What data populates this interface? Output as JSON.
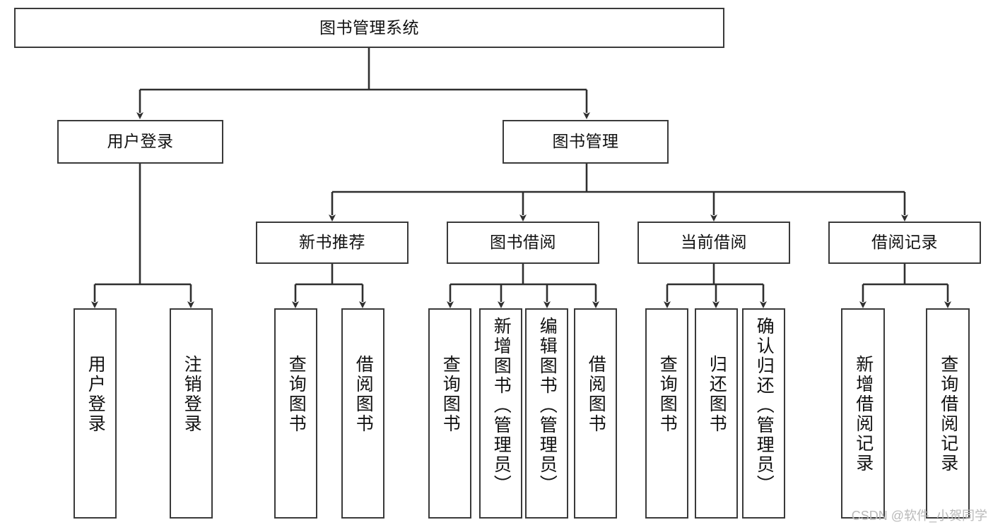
{
  "diagram": {
    "title": "图书管理系统",
    "type": "hierarchy-tree",
    "watermark": "CSDN @软件_小贺同学",
    "colors": {
      "box_stroke": "#3a3a3a",
      "box_fill": "#ffffff",
      "edge": "#2f2f2f",
      "text": "#111111",
      "watermark": "#b9b9b9"
    },
    "nodes": {
      "root": {
        "label": "图书管理系统",
        "level": 1
      },
      "level2": [
        {
          "id": "user-login",
          "label": "用户登录"
        },
        {
          "id": "book-manage",
          "label": "图书管理"
        }
      ],
      "level3": [
        {
          "id": "new-book-rec",
          "label": "新书推荐"
        },
        {
          "id": "book-borrow",
          "label": "图书借阅"
        },
        {
          "id": "current-borrow",
          "label": "当前借阅"
        },
        {
          "id": "borrow-record",
          "label": "借阅记录"
        }
      ],
      "leaves": {
        "user-login": [
          {
            "id": "leaf-user-login",
            "label": "用户登录"
          },
          {
            "id": "leaf-logout",
            "label": "注销登录"
          }
        ],
        "new-book-rec": [
          {
            "id": "leaf-query-book-1",
            "label": "查询图书"
          },
          {
            "id": "leaf-borrow-book-1",
            "label": "借阅图书"
          }
        ],
        "book-borrow": [
          {
            "id": "leaf-query-book-2",
            "label": "查询图书"
          },
          {
            "id": "leaf-add-book",
            "label": "新增图书（管理员）"
          },
          {
            "id": "leaf-edit-book",
            "label": "编辑图书（管理员）"
          },
          {
            "id": "leaf-borrow-book-2",
            "label": "借阅图书"
          }
        ],
        "current-borrow": [
          {
            "id": "leaf-query-book-3",
            "label": "查询图书"
          },
          {
            "id": "leaf-return-book",
            "label": "归还图书"
          },
          {
            "id": "leaf-confirm-return",
            "label": "确认归还（管理员）"
          }
        ],
        "borrow-record": [
          {
            "id": "leaf-add-record",
            "label": "新增借阅记录"
          },
          {
            "id": "leaf-query-record",
            "label": "查询借阅记录"
          }
        ]
      }
    }
  }
}
